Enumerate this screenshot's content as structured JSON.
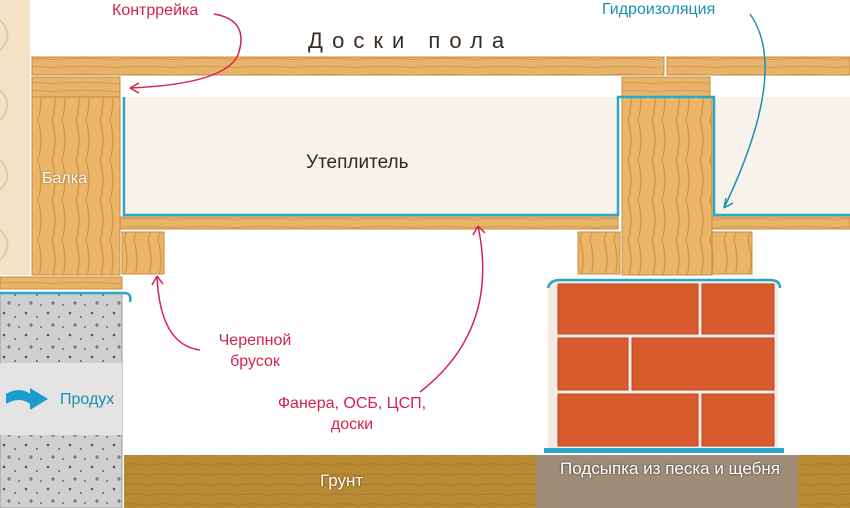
{
  "labels": {
    "floor_boards": "Доски пола",
    "counter_batten": "Контррейка",
    "waterproofing": "Гидроизоляция",
    "insulation": "Утеплитель",
    "beam": "Балка",
    "skull_bar": "Черепной брусок",
    "sheathing": "Фанера, ОСБ, ЦСП, доски",
    "vent": "Продух",
    "ground": "Грунт",
    "gravel_fill": "Подсыпка из песка и щебня"
  },
  "colors": {
    "callout_red": "#d6214f",
    "callout_blue": "#1a8fae",
    "wood": "#e9b46a",
    "brick": "#d85b2e",
    "concrete": "#c9c9c9",
    "soil": "#b8862e",
    "insulation": "#f7f2ea"
  }
}
